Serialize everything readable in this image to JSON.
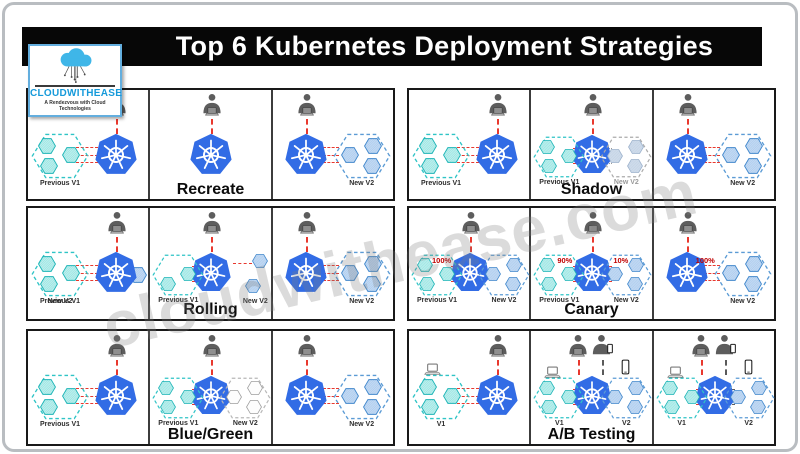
{
  "header": {
    "title": "Top 6 Kubernetes Deployment Strategies"
  },
  "logo": {
    "name": "CLOUDWITHEASE",
    "tagline": "A Rendezvous with Cloud Technologies"
  },
  "watermark": "cloudwithease.com",
  "labels": {
    "previous_v1": "Previous V1",
    "new_v2": "New V2",
    "v1": "V1",
    "v2": "V2"
  },
  "panels": {
    "recreate": {
      "title": "Recreate"
    },
    "shadow": {
      "title": "Shadow"
    },
    "rolling": {
      "title": "Rolling"
    },
    "canary": {
      "title": "Canary",
      "pct_full": "100%",
      "pct_left": "90%",
      "pct_right": "10%"
    },
    "bluegreen": {
      "title": "Blue/Green"
    },
    "abtesting": {
      "title": "A/B Testing"
    }
  },
  "icons": {
    "kubernetes-icon": "blue heptagon with white ship wheel",
    "user-icon": "gray person with laptop",
    "user-with-phone-icon": "gray person holding phone",
    "laptop-icon": "small laptop outline",
    "phone-icon": "small smartphone outline",
    "cloud-logo-icon": "blue cloud with circuit lines",
    "pod-hexagon": "small hatched hexagon pod",
    "cluster-outline": "dashed hexagon cluster boundary"
  },
  "colors": {
    "kubernetes_blue": "#326CE5",
    "v1_teal": "#2FC4C6",
    "v2_blue": "#5B9BD5",
    "link_red": "#E8382E",
    "header_bg": "#070707",
    "logo_blue": "#169ADA"
  }
}
